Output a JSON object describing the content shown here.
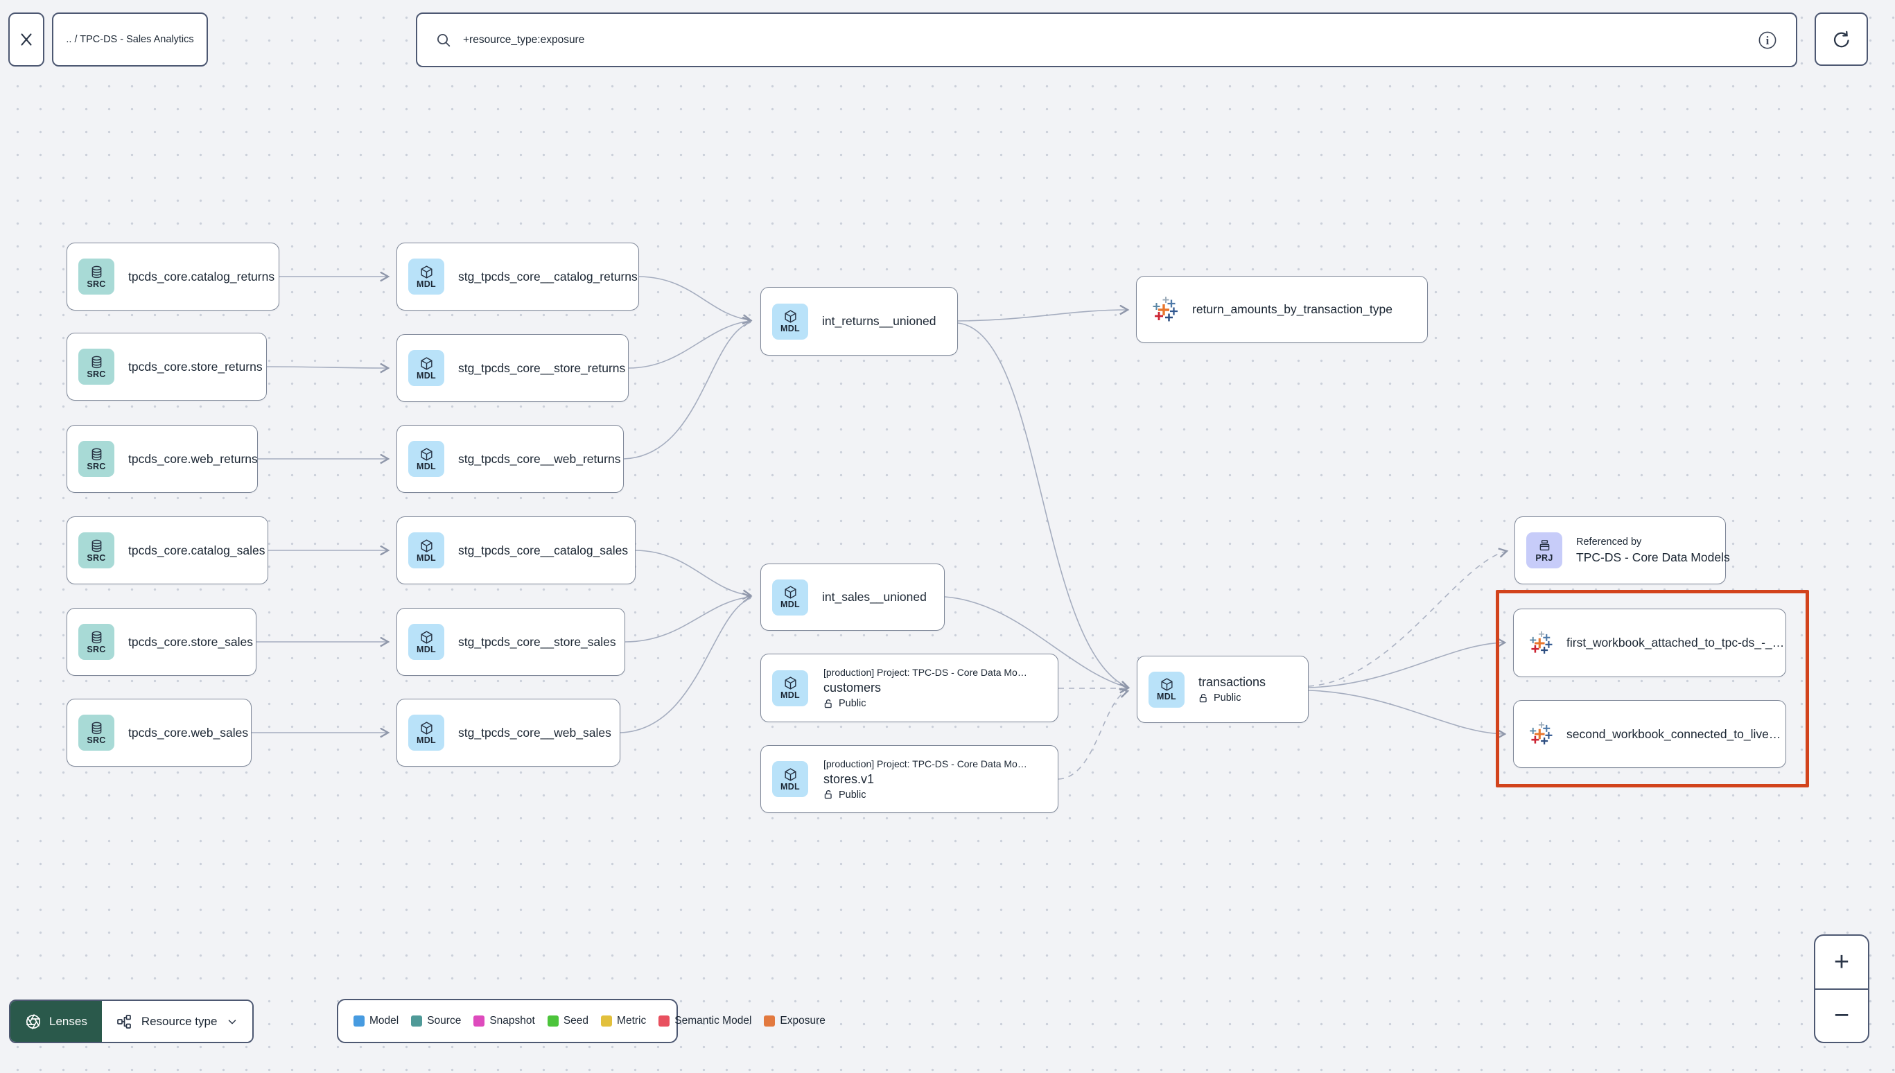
{
  "topbar": {
    "breadcrumb": ".. / TPC-DS - Sales Analytics",
    "search_value": "+resource_type:exposure"
  },
  "badges": {
    "source": "SRC",
    "model": "MDL",
    "project": "PRJ"
  },
  "nodes": {
    "src_catalog_returns": "tpcds_core.catalog_returns",
    "src_store_returns": "tpcds_core.store_returns",
    "src_web_returns": "tpcds_core.web_returns",
    "src_catalog_sales": "tpcds_core.catalog_sales",
    "src_store_sales": "tpcds_core.store_sales",
    "src_web_sales": "tpcds_core.web_sales",
    "stg_catalog_returns": "stg_tpcds_core__catalog_returns",
    "stg_store_returns": "stg_tpcds_core__store_returns",
    "stg_web_returns": "stg_tpcds_core__web_returns",
    "stg_catalog_sales": "stg_tpcds_core__catalog_sales",
    "stg_store_sales": "stg_tpcds_core__store_sales",
    "stg_web_sales": "stg_tpcds_core__web_sales",
    "int_returns": "int_returns__unioned",
    "int_sales": "int_sales__unioned",
    "return_amounts": "return_amounts_by_transaction_type",
    "transactions": {
      "label": "transactions",
      "access": "Public"
    },
    "customers": {
      "project": "[production] Project: TPC-DS - Core Data Mo…",
      "label": "customers",
      "access": "Public"
    },
    "stores": {
      "project": "[production] Project: TPC-DS - Core Data Mo…",
      "label": "stores.v1",
      "access": "Public"
    },
    "referenced_by": {
      "title": "Referenced by",
      "label": "TPC-DS - Core Data Models"
    },
    "workbook_first": "first_workbook_attached_to_tpc-ds_-_…",
    "workbook_second": "second_workbook_connected_to_live…"
  },
  "toolbar": {
    "lenses_label": "Lenses",
    "resource_type_label": "Resource type"
  },
  "legend": {
    "items": [
      {
        "label": "Model",
        "color": "#479be0"
      },
      {
        "label": "Source",
        "color": "#4f9a98"
      },
      {
        "label": "Snapshot",
        "color": "#de4bbd"
      },
      {
        "label": "Seed",
        "color": "#4cc43b"
      },
      {
        "label": "Metric",
        "color": "#e2c03c"
      },
      {
        "label": "Semantic Model",
        "color": "#e8505f"
      },
      {
        "label": "Exposure",
        "color": "#e2793f"
      }
    ]
  },
  "zoom": {
    "in_label": "+",
    "out_label": "−"
  },
  "colors": {
    "highlight_box": "#d2431c",
    "src_chip": "#a8dad6",
    "mdl_chip": "#b9e2f9",
    "prj_chip": "#c7ccf9",
    "lenses_bg": "#2a594b"
  }
}
